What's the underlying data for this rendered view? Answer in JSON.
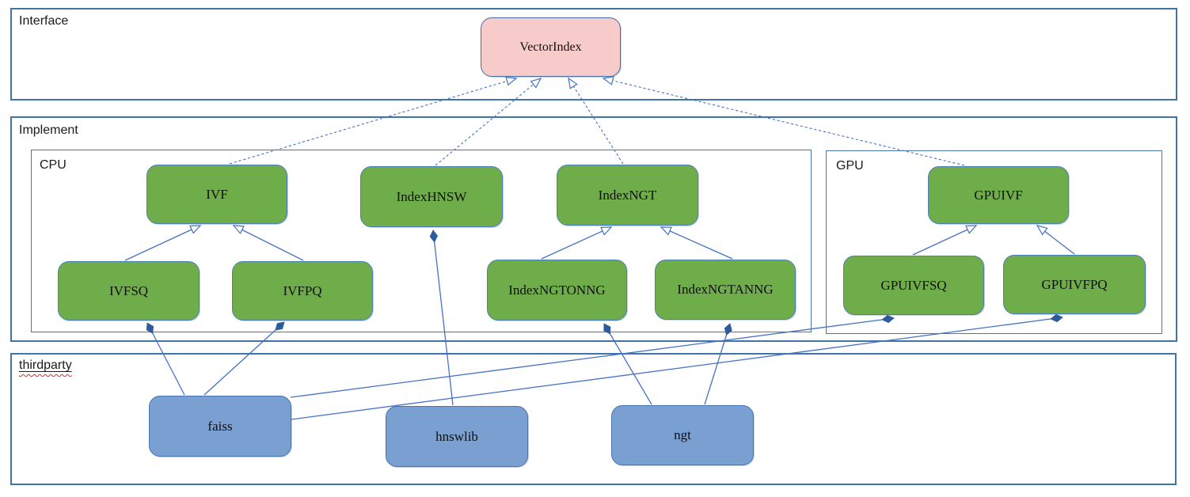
{
  "groups": {
    "interface": "Interface",
    "implement": "Implement",
    "cpu": "CPU",
    "gpu": "GPU",
    "thirdparty": "thirdparty"
  },
  "nodes": {
    "vectorindex": "VectorIndex",
    "ivf": "IVF",
    "indexhnsw": "IndexHNSW",
    "indexngt": "IndexNGT",
    "ivfsq": "IVFSQ",
    "ivfpq": "IVFPQ",
    "indexngtonng": "IndexNGTONNG",
    "indexngtanng": "IndexNGTANNG",
    "gpuivf": "GPUIVF",
    "gpuivfsq": "GPUIVFSQ",
    "gpuivfpq": "GPUIVFPQ",
    "faiss": "faiss",
    "hnswlib": "hnswlib",
    "ngt": "ngt"
  },
  "edges": [
    {
      "from": "IVF",
      "to": "VectorIndex",
      "relation": "realizes",
      "style": "dashed-hollow-arrow"
    },
    {
      "from": "IndexHNSW",
      "to": "VectorIndex",
      "relation": "realizes",
      "style": "dashed-hollow-arrow"
    },
    {
      "from": "IndexNGT",
      "to": "VectorIndex",
      "relation": "realizes",
      "style": "dashed-hollow-arrow"
    },
    {
      "from": "GPUIVF",
      "to": "VectorIndex",
      "relation": "realizes",
      "style": "dashed-hollow-arrow"
    },
    {
      "from": "IVFSQ",
      "to": "IVF",
      "relation": "inherits",
      "style": "solid-hollow-arrow"
    },
    {
      "from": "IVFPQ",
      "to": "IVF",
      "relation": "inherits",
      "style": "solid-hollow-arrow"
    },
    {
      "from": "IndexNGTONNG",
      "to": "IndexNGT",
      "relation": "inherits",
      "style": "solid-hollow-arrow"
    },
    {
      "from": "IndexNGTANNG",
      "to": "IndexNGT",
      "relation": "inherits",
      "style": "solid-hollow-arrow"
    },
    {
      "from": "GPUIVFSQ",
      "to": "GPUIVF",
      "relation": "inherits",
      "style": "solid-hollow-arrow"
    },
    {
      "from": "GPUIVFPQ",
      "to": "GPUIVF",
      "relation": "inherits",
      "style": "solid-hollow-arrow"
    },
    {
      "from": "faiss",
      "to": "IVFSQ",
      "relation": "composition",
      "style": "solid-filled-diamond"
    },
    {
      "from": "faiss",
      "to": "IVFPQ",
      "relation": "composition",
      "style": "solid-filled-diamond"
    },
    {
      "from": "faiss",
      "to": "GPUIVFSQ",
      "relation": "composition",
      "style": "solid-filled-diamond"
    },
    {
      "from": "faiss",
      "to": "GPUIVFPQ",
      "relation": "composition",
      "style": "solid-filled-diamond"
    },
    {
      "from": "hnswlib",
      "to": "IndexHNSW",
      "relation": "composition",
      "style": "solid-filled-diamond"
    },
    {
      "from": "ngt",
      "to": "IndexNGTONNG",
      "relation": "composition",
      "style": "solid-filled-diamond"
    },
    {
      "from": "ngt",
      "to": "IndexNGTANNG",
      "relation": "composition",
      "style": "solid-filled-diamond"
    }
  ],
  "colors": {
    "connector_blue": "#4472c4",
    "diamond_fill": "#2e5b9e",
    "frame_border": "#4173a8",
    "green_node_fill": "#6fad4b",
    "green_node_border": "#4a7fb5",
    "blue_node_fill": "#7aa0d2",
    "blue_node_border": "#4673b2",
    "pink_node_fill": "#f8cbcb",
    "pink_node_border": "#4a6da7",
    "spellcheck_red": "#cf2e2e"
  }
}
